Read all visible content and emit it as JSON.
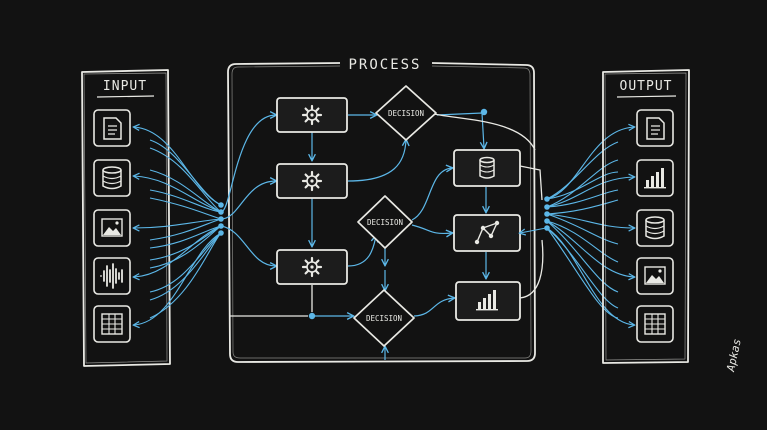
{
  "diagram": {
    "colors": {
      "background": "#121212",
      "chalk": "#e9e9e4",
      "arrow_blue": "#5cb7e8",
      "node_fill": "#1c1c1c"
    },
    "input_panel": {
      "title": "INPUT",
      "icons": [
        "document-icon",
        "database-icon",
        "image-icon",
        "waveform-icon",
        "table-icon"
      ]
    },
    "process_panel": {
      "title": "PROCESS",
      "gear_nodes": [
        "gear-icon",
        "gear-icon",
        "gear-icon"
      ],
      "decisions": [
        "DECISION",
        "DECISION",
        "DECISION"
      ],
      "result_nodes": [
        "database-icon",
        "network-icon",
        "bar-chart-icon"
      ]
    },
    "output_panel": {
      "title": "OUTPUT",
      "icons": [
        "document-icon",
        "bar-chart-icon",
        "database-icon",
        "image-icon",
        "table-icon"
      ]
    },
    "signature": "Apkas"
  }
}
